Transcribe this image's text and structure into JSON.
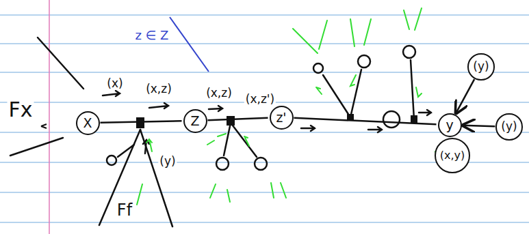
{
  "diagram": {
    "nodes": [
      {
        "text": [
          "X"
        ]
      },
      {
        "text": [
          "Z"
        ]
      },
      {
        "text": [
          "z'"
        ]
      },
      {
        "text": [
          "y"
        ]
      },
      {
        "text": [
          "(y)"
        ]
      },
      {
        "text": [
          "(y)"
        ]
      },
      {
        "text": [
          "(x,y)"
        ]
      }
    ],
    "edges": [
      {
        "from": 0,
        "to": 1,
        "arrow": "none"
      },
      {
        "from": 1,
        "to": 2,
        "arrow": "none"
      },
      {
        "from": 2,
        "to": 3,
        "arrow": "none"
      },
      {
        "from": 4,
        "to": 3,
        "arrow": "to"
      },
      {
        "from": 5,
        "to": 3,
        "arrow": "to"
      }
    ],
    "labels": [
      "Fx",
      "(x)",
      "(x,z)",
      "(y)",
      "(x,z)",
      "(x,z')",
      "z ∈ Z",
      "Ff"
    ]
  }
}
